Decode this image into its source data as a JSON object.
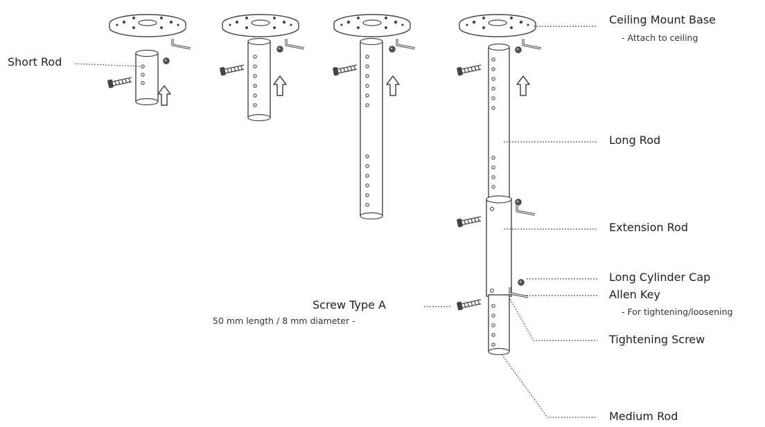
{
  "labels": {
    "short_rod": "Short Rod",
    "ceiling_mount_base": "Ceiling Mount Base",
    "ceiling_mount_base_note": "- Attach to ceiling",
    "long_rod": "Long Rod",
    "extension_rod": "Extension Rod",
    "long_cylinder_cap": "Long Cylinder Cap",
    "allen_key": "Allen Key",
    "allen_key_note": "- For tightening/loosening",
    "screw_type_a": "Screw Type A",
    "screw_type_a_note": "50 mm length / 8 mm diameter -",
    "tightening_screw": "Tightening Screw",
    "medium_rod": "Medium Rod"
  },
  "colors": {
    "line": "#4a4a4a",
    "leader": "#555555",
    "fill": "#ffffff"
  }
}
